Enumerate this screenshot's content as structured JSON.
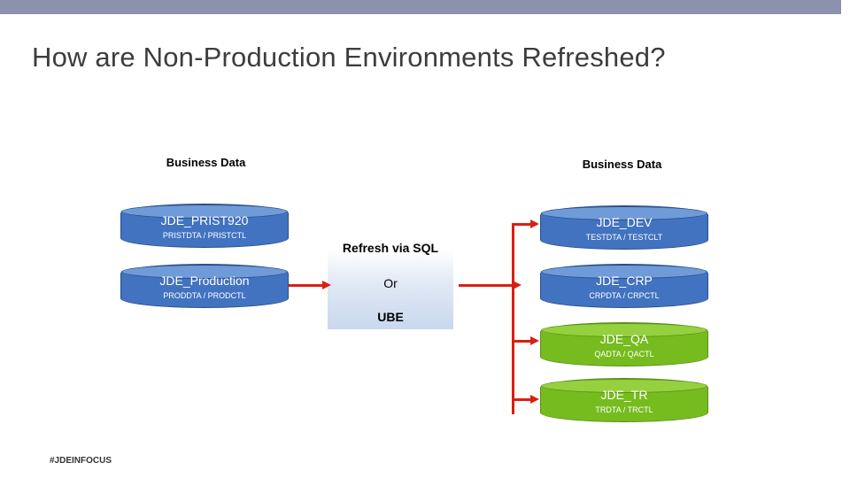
{
  "slide": {
    "title": "How are Non-Production Environments Refreshed?",
    "footer": "#JDEINFOCUS"
  },
  "labels": {
    "left": "Business Data",
    "right": "Business Data"
  },
  "center": {
    "line1": "Refresh via SQL",
    "line2": "Or",
    "line3": "UBE"
  },
  "databases": {
    "left": [
      {
        "name": "JDE_PRIST920",
        "sub": "PRISTDTA / PRISTCTL",
        "color": "#4273C1"
      },
      {
        "name": "JDE_Production",
        "sub": "PRODDTA / PRODCTL",
        "color": "#4273C1"
      }
    ],
    "right": [
      {
        "name": "JDE_DEV",
        "sub": "TESTDTA / TESTCLT",
        "color": "#4273C1"
      },
      {
        "name": "JDE_CRP",
        "sub": "CRPDTA / CRPCTL",
        "color": "#4273C1"
      },
      {
        "name": "JDE_QA",
        "sub": "QADTA / QACTL",
        "color": "#77BC1F"
      },
      {
        "name": "JDE_TR",
        "sub": "TRDTA / TRCTL",
        "color": "#77BC1F"
      }
    ]
  },
  "colors": {
    "topbar": "#8C91AD",
    "arrow": "#D91F13",
    "title_text": "#3D3D3D"
  }
}
